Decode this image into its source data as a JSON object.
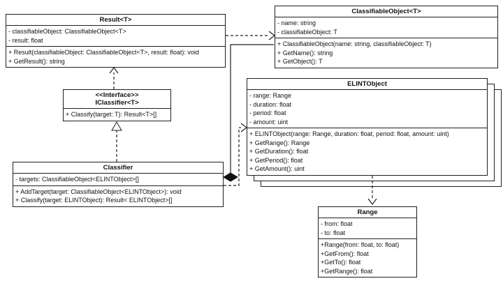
{
  "diagram": {
    "kind": "uml-class-diagram",
    "colors": {
      "line": "#1f1f1f",
      "background": "#ffffff",
      "box_fill": "#ffffff"
    },
    "classes": {
      "result": {
        "name": "Result<T>",
        "attributes": [
          "- classifiableObject: ClassifiableObject<T>",
          "- result: float"
        ],
        "methods": [
          "+ Result(classifiableObject: ClassifiableObject<T>, result: float): void",
          "+ GetResult(): string"
        ]
      },
      "classifiable_object": {
        "name": "ClassifiableObject<T>",
        "attributes": [
          "- name: string",
          "- classifiableObject: T"
        ],
        "methods": [
          "+ ClassifiableObject(name: string, classifiableObject: T)",
          "+ GetName(): string",
          "+ GetObject(): T"
        ]
      },
      "iclassifier": {
        "stereotype": "<<Interface>>",
        "name": "IClassifier<T>",
        "attributes": [],
        "methods": [
          "+ Classify(target: T): Result<T>[]"
        ]
      },
      "classifier": {
        "name": "Classifier",
        "attributes": [
          "- targets: ClassifiableObject<ELINTObject>[]"
        ],
        "methods": [
          "+ AddTarget(target: ClassifiableObject<ELINTObject>): void",
          "+ Classify(target: ELINTObject): Result< ELINTObject>[]"
        ]
      },
      "elint_object": {
        "name": "ELINTObject",
        "stacked_copies": 2,
        "attributes": [
          "- range: Range",
          "- duration: float",
          "- period: float",
          "- amount: uint"
        ],
        "methods": [
          "+ ELINTObject(range: Range, duration: float, period: float, amount: uint)",
          "+ GetRange(): Range",
          "+ GetDuration(): float",
          "+ GetPeriod(): float",
          "+ GetAmount(): uint"
        ]
      },
      "range": {
        "name": "Range",
        "attributes": [
          "- from: float",
          "- to: float"
        ],
        "methods": [
          "+Range(from: float, to: float)",
          "+GetFrom(): float",
          "+GetTo(): float",
          "+GetRange(): float"
        ]
      }
    },
    "relationships": [
      {
        "from": "Result<T>",
        "to": "ClassifiableObject<T>",
        "type": "dependency-dashed-open-arrow"
      },
      {
        "from": "IClassifier<T>",
        "to": "Result<T>",
        "type": "dependency-dashed-open-arrow"
      },
      {
        "from": "Classifier",
        "to": "IClassifier<T>",
        "type": "realization-dashed-hollow-triangle"
      },
      {
        "from": "Classifier",
        "to": "ClassifiableObject<T>",
        "type": "composition-solid-filled-diamond"
      },
      {
        "from": "Classifier",
        "to": "ELINTObject",
        "type": "dependency-dashed-open-arrow"
      },
      {
        "from": "ELINTObject",
        "to": "Range",
        "type": "dependency-dashed-open-arrow"
      }
    ]
  }
}
